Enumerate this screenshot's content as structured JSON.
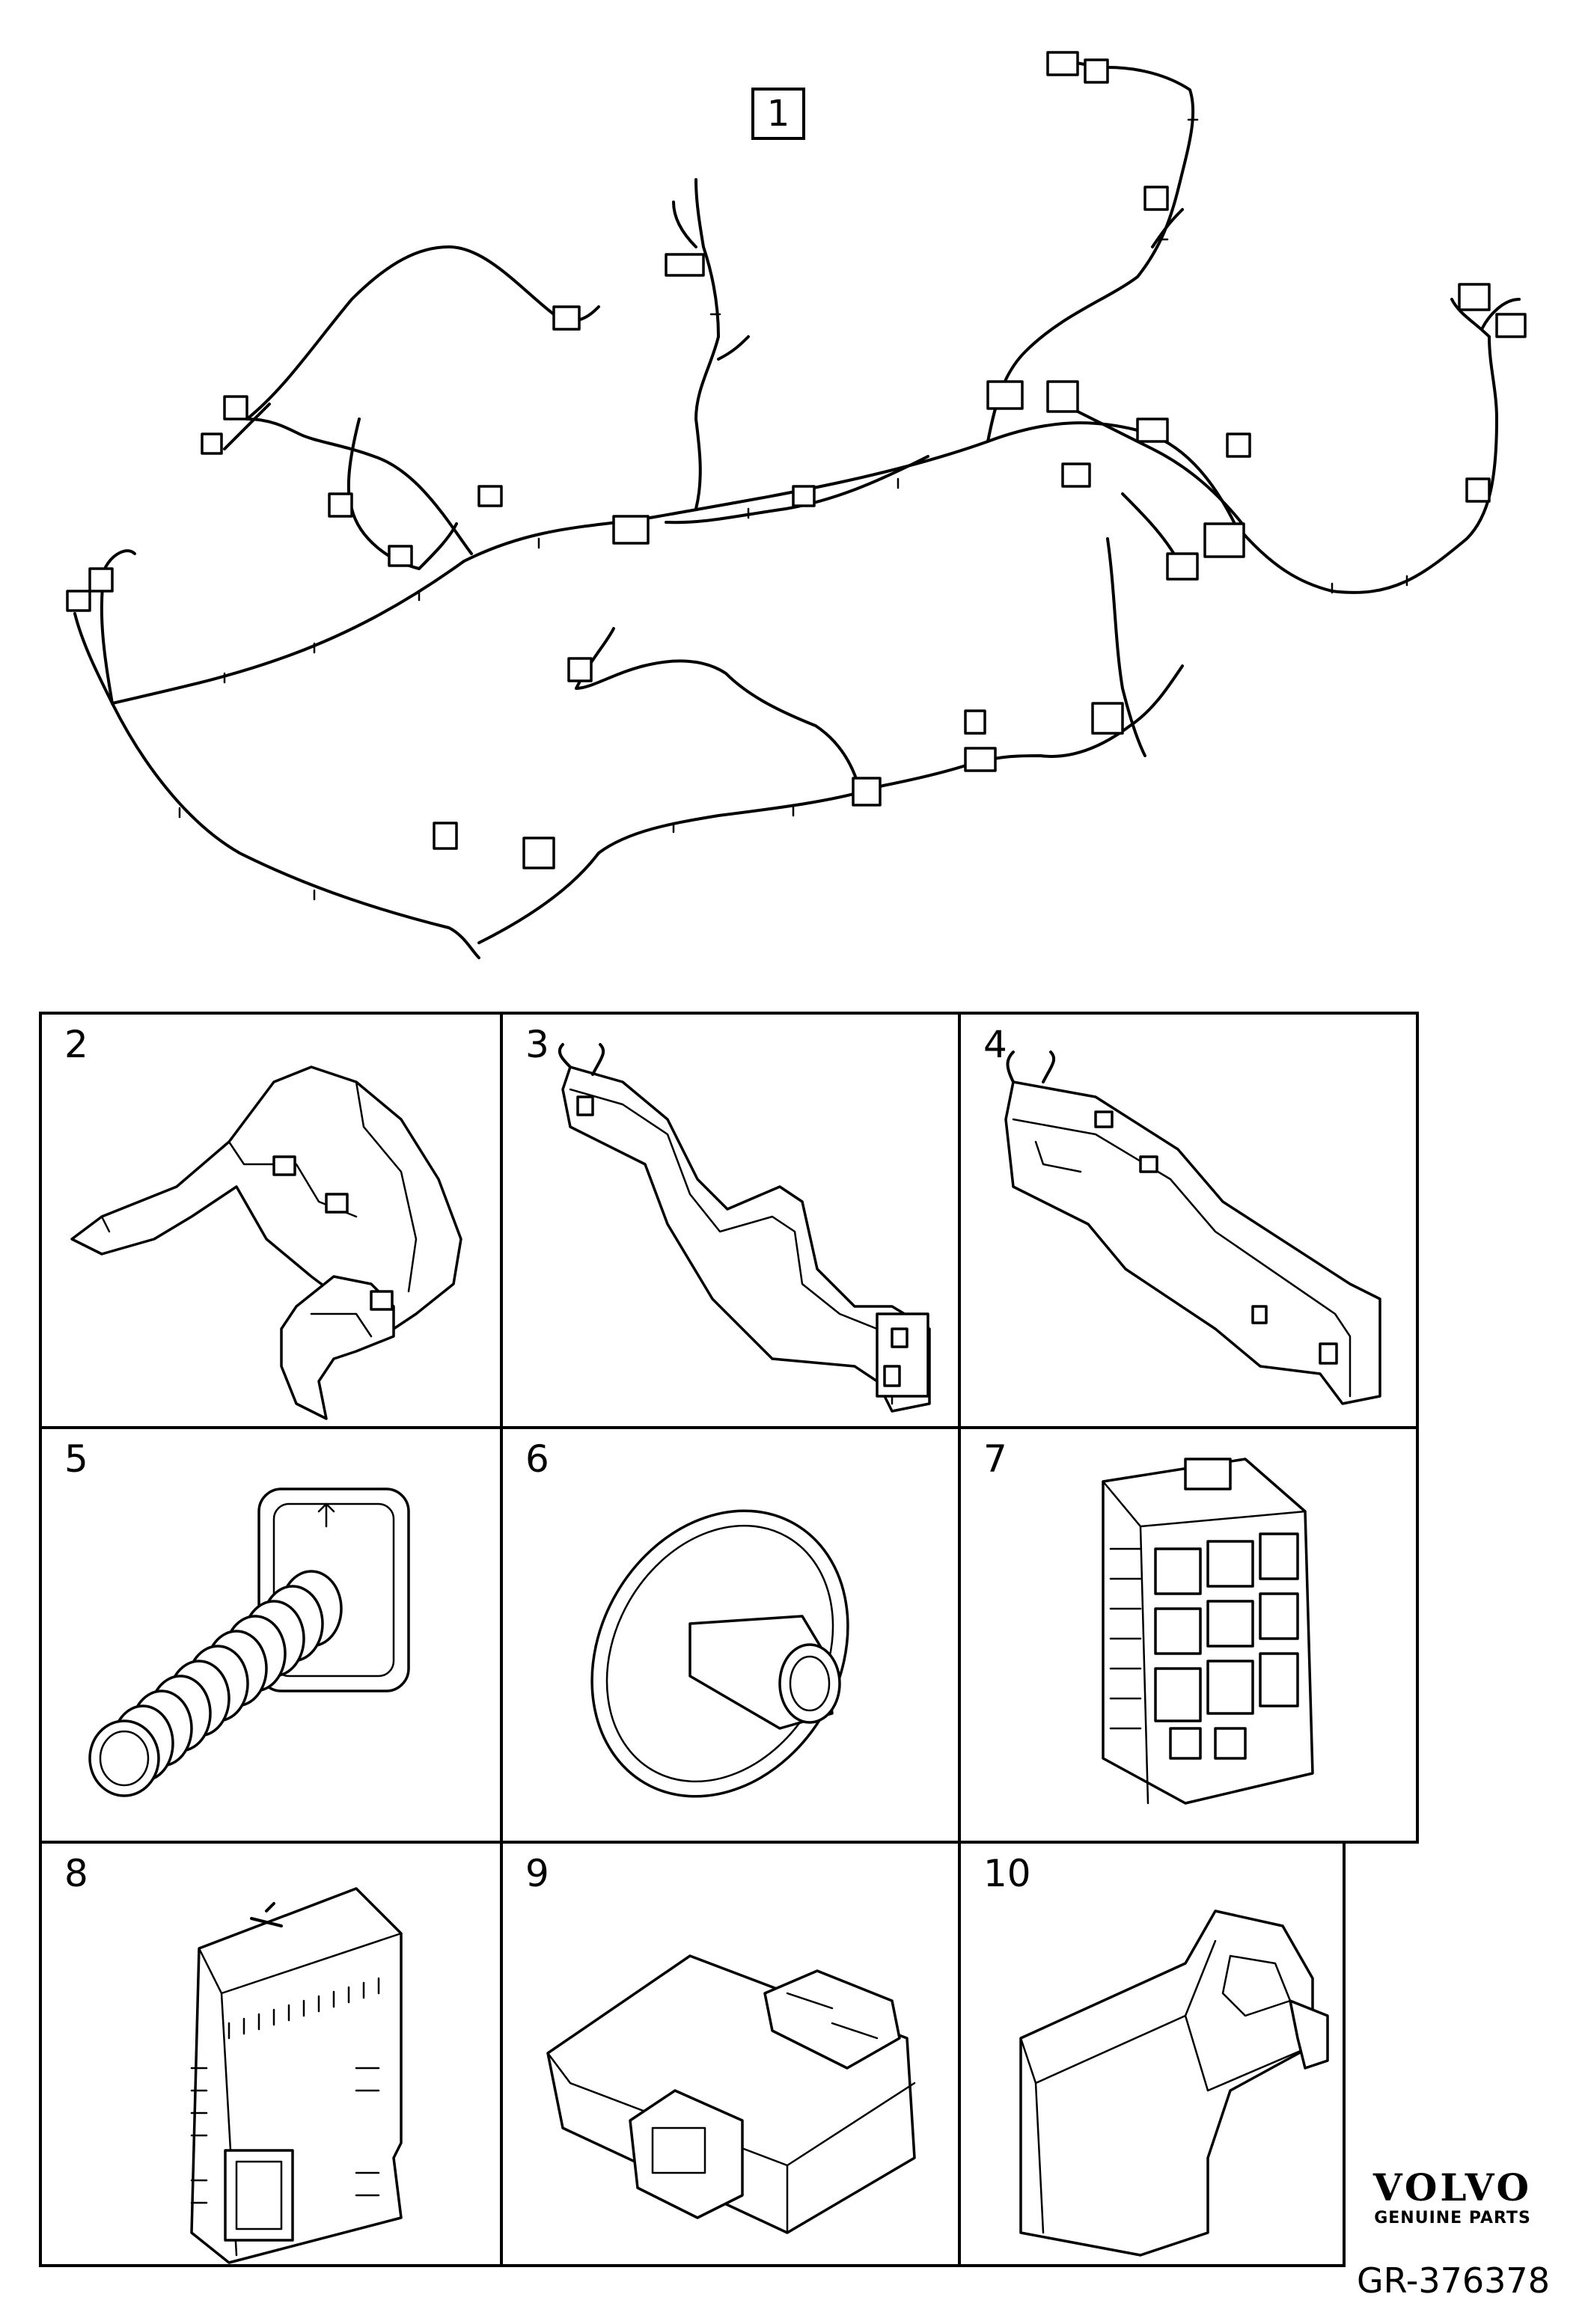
{
  "main_item": {
    "label": "1",
    "icon": "wiring-harness-icon"
  },
  "parts": [
    {
      "number": "2",
      "icon": "harness-cover-curved-icon"
    },
    {
      "number": "3",
      "icon": "cable-channel-short-icon"
    },
    {
      "number": "4",
      "icon": "cable-channel-long-icon"
    },
    {
      "number": "5",
      "icon": "corrugated-grommet-icon"
    },
    {
      "number": "6",
      "icon": "round-grommet-icon"
    },
    {
      "number": "7",
      "icon": "fuse-relay-box-icon"
    },
    {
      "number": "8",
      "icon": "connector-cover-icon"
    },
    {
      "number": "9",
      "icon": "fuse-box-lid-icon"
    },
    {
      "number": "10",
      "icon": "protective-cover-icon"
    }
  ],
  "brand": {
    "name": "VOLVO",
    "tagline": "GENUINE PARTS"
  },
  "reference": "GR-376378"
}
